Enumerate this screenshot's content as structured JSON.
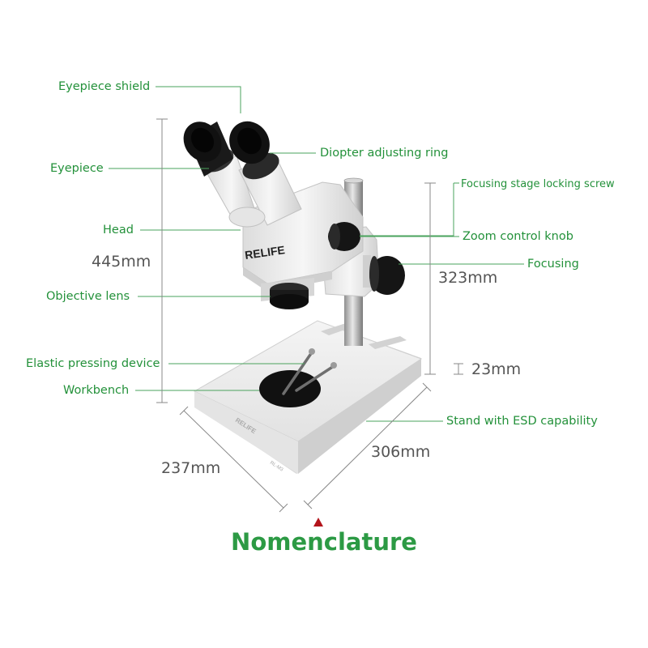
{
  "title": "Nomenclature",
  "brand": "RELIFE",
  "model": "RL-M3",
  "labels": {
    "eyepiece_shield": "Eyepiece shield",
    "eyepiece": "Eyepiece",
    "head": "Head",
    "objective_lens": "Objective lens",
    "elastic_pressing_device": "Elastic pressing device",
    "workbench": "Workbench",
    "diopter_adjusting_ring": "Diopter adjusting ring",
    "focusing_stage_locking_screw": "Focusing stage locking screw",
    "zoom_control_knob": "Zoom control knob",
    "focusing": "Focusing",
    "stand_with_esd": "Stand with ESD capability"
  },
  "dimensions": {
    "height": "445mm",
    "pillar": "323mm",
    "base_thickness": "23mm",
    "depth": "237mm",
    "width": "306mm"
  },
  "colors": {
    "label_green": "#23913a",
    "title_green": "#2c9a44",
    "dimension_gray": "#555555",
    "accent_red": "#b3141b"
  }
}
